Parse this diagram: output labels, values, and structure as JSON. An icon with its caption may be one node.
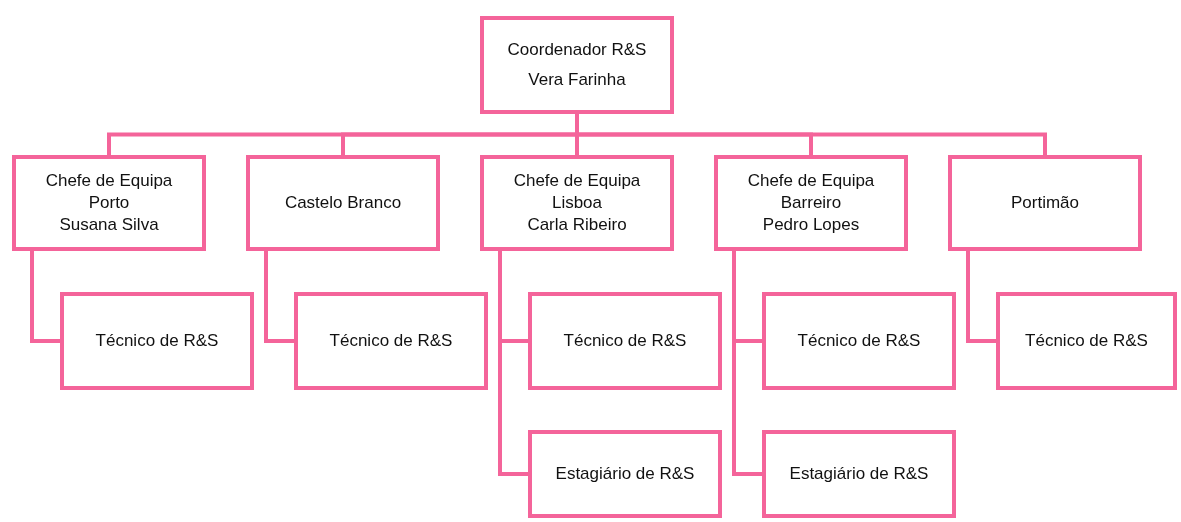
{
  "diagram": {
    "nodes": [
      {
        "text": [
          "Coordenador R&S",
          "Vera Farinha"
        ]
      },
      {
        "text": [
          "Chefe de Equipa",
          "Porto",
          "Susana Silva"
        ]
      },
      {
        "text": [
          "Castelo Branco"
        ]
      },
      {
        "text": [
          "Chefe de Equipa",
          "Lisboa",
          "Carla Ribeiro"
        ]
      },
      {
        "text": [
          "Chefe de Equipa",
          "Barreiro",
          "Pedro Lopes"
        ]
      },
      {
        "text": [
          "Portimão"
        ]
      },
      {
        "text": [
          "Técnico de R&S"
        ]
      },
      {
        "text": [
          "Técnico de R&S"
        ]
      },
      {
        "text": [
          "Técnico de R&S"
        ]
      },
      {
        "text": [
          "Estagiário de R&S"
        ]
      },
      {
        "text": [
          "Técnico de R&S"
        ]
      },
      {
        "text": [
          "Estagiário de R&S"
        ]
      },
      {
        "text": [
          "Técnico de R&S"
        ]
      }
    ],
    "edges": [
      {
        "from": 0,
        "to": 1,
        "arrow": "none"
      },
      {
        "from": 0,
        "to": 2,
        "arrow": "none"
      },
      {
        "from": 0,
        "to": 3,
        "arrow": "none"
      },
      {
        "from": 0,
        "to": 4,
        "arrow": "none"
      },
      {
        "from": 0,
        "to": 5,
        "arrow": "none"
      },
      {
        "from": 1,
        "to": 6,
        "arrow": "none"
      },
      {
        "from": 2,
        "to": 7,
        "arrow": "none"
      },
      {
        "from": 3,
        "to": 8,
        "arrow": "none"
      },
      {
        "from": 3,
        "to": 9,
        "arrow": "none"
      },
      {
        "from": 4,
        "to": 10,
        "arrow": "none"
      },
      {
        "from": 4,
        "to": 11,
        "arrow": "none"
      },
      {
        "from": 5,
        "to": 12,
        "arrow": "none"
      }
    ]
  }
}
